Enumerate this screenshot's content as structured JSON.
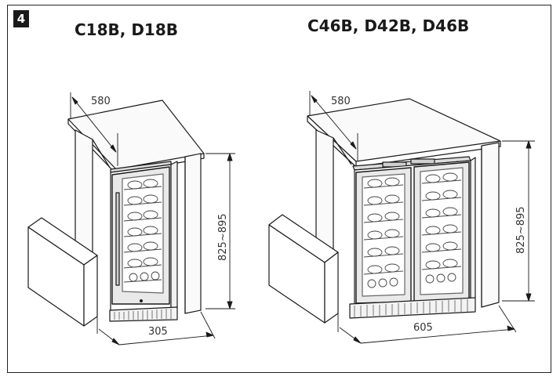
{
  "figure": {
    "number": "4"
  },
  "left": {
    "title": "C18B, D18B",
    "dim_depth": "580",
    "dim_height": "825~895",
    "dim_width": "305"
  },
  "right": {
    "title": "C46B, D42B, D46B",
    "dim_depth": "580",
    "dim_height": "825~895",
    "dim_width": "605"
  },
  "colors": {
    "line": "#1a1a1a",
    "glass": "#7a7a7a",
    "frame_fill": "#e9e9e9"
  }
}
